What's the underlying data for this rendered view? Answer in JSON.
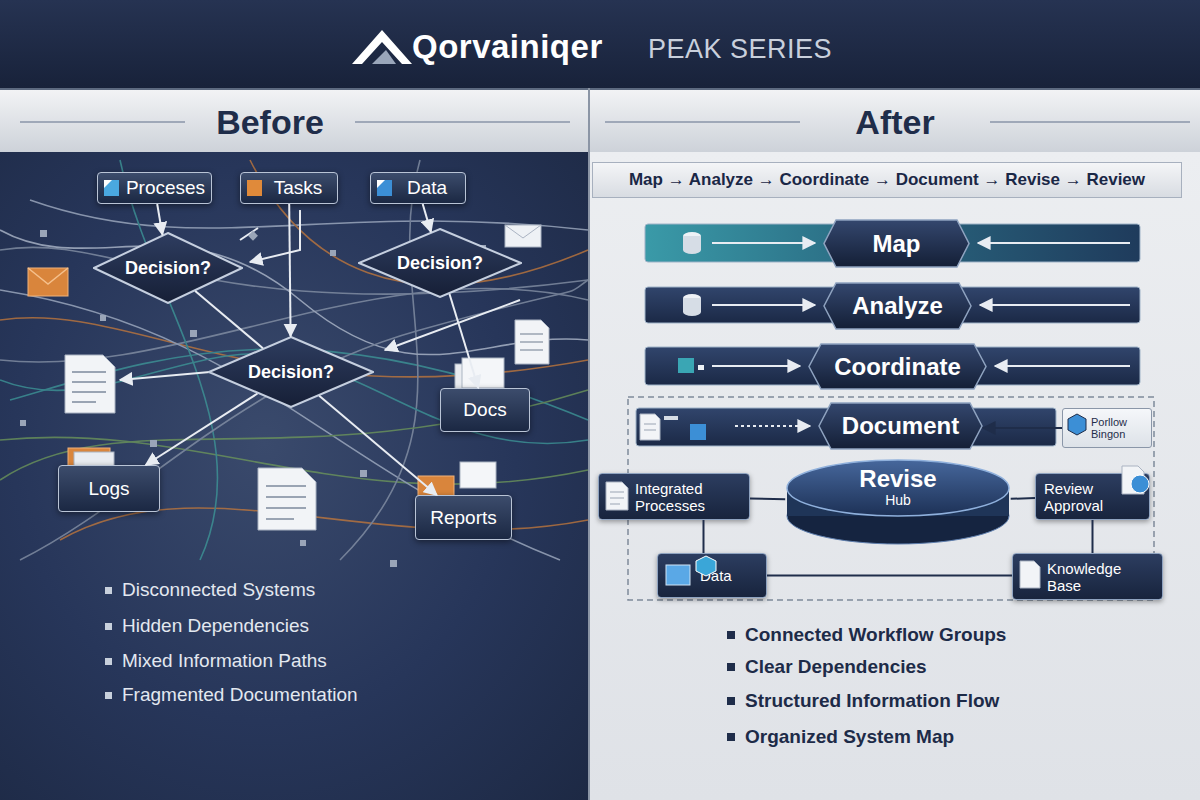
{
  "diagram": {
    "title": "Qorvainiqer",
    "nodes": [
      {
        "text": [
          "Before"
        ]
      },
      {
        "text": [
          "Proceses"
        ],
        "in": 0
      },
      {
        "text": [
          "Tasks"
        ],
        "in": 0
      },
      {
        "text": [
          "Data"
        ],
        "in": 0
      },
      {
        "text": [
          "Decision?"
        ],
        "in": 0
      },
      {
        "text": [
          "Decision?"
        ],
        "in": 0
      },
      {
        "text": [
          "Decision?"
        ],
        "in": 0
      },
      {
        "text": [
          "Docs"
        ],
        "in": 0
      },
      {
        "text": [
          "Logs"
        ],
        "in": 0
      },
      {
        "text": [
          "Reports"
        ],
        "in": 0
      },
      {
        "text": [
          "After"
        ]
      },
      {
        "text": [
          "Map → Analyze → Coordinate → Document → Revise → Review"
        ],
        "in": 10
      },
      {
        "text": [
          "Map"
        ],
        "in": 10
      },
      {
        "text": [
          "Analyze"
        ],
        "in": 10
      },
      {
        "text": [
          "Coordinate"
        ],
        "in": 10
      },
      {
        "text": [
          "Document"
        ],
        "in": 10
      },
      {
        "text": [
          "Porllow Bingon"
        ],
        "in": 10
      },
      {
        "text": [
          "Integrated Processes"
        ],
        "in": 10
      },
      {
        "text": [
          "Revise",
          "Hub"
        ],
        "in": 10
      },
      {
        "text": [
          "Review Approval"
        ],
        "in": 10
      },
      {
        "text": [
          "Data"
        ],
        "in": 10
      },
      {
        "text": [
          "Knowledge Base"
        ],
        "in": 10
      }
    ],
    "edges": [
      {
        "from": 1,
        "to": 4,
        "arrow": "to"
      },
      {
        "from": 2,
        "to": 6,
        "arrow": "to"
      },
      {
        "from": 3,
        "to": 5,
        "arrow": "to"
      },
      {
        "from": 4,
        "to": 6,
        "arrow": "none"
      },
      {
        "from": 5,
        "to": 7,
        "arrow": "to"
      },
      {
        "from": 6,
        "to": 8,
        "arrow": "to"
      },
      {
        "from": 6,
        "to": 9,
        "arrow": "to"
      },
      {
        "from": 16,
        "to": 15,
        "arrow": "to"
      },
      {
        "from": 17,
        "to": 18,
        "arrow": "none"
      },
      {
        "from": 18,
        "to": 19,
        "arrow": "none"
      },
      {
        "from": 17,
        "to": 20,
        "arrow": "none"
      },
      {
        "from": 20,
        "to": 21,
        "arrow": "none"
      },
      {
        "from": 19,
        "to": 21,
        "arrow": "none"
      }
    ],
    "labels": [
      "PEAK SERIES",
      "Disconnected Systems",
      "Hidden Dependencies",
      "Mixed Information Paths",
      "Fragmented Documentation",
      "Connected Workflow Groups",
      "Clear Dependencies",
      "Structured Information Flow",
      "Organized System Map"
    ]
  }
}
